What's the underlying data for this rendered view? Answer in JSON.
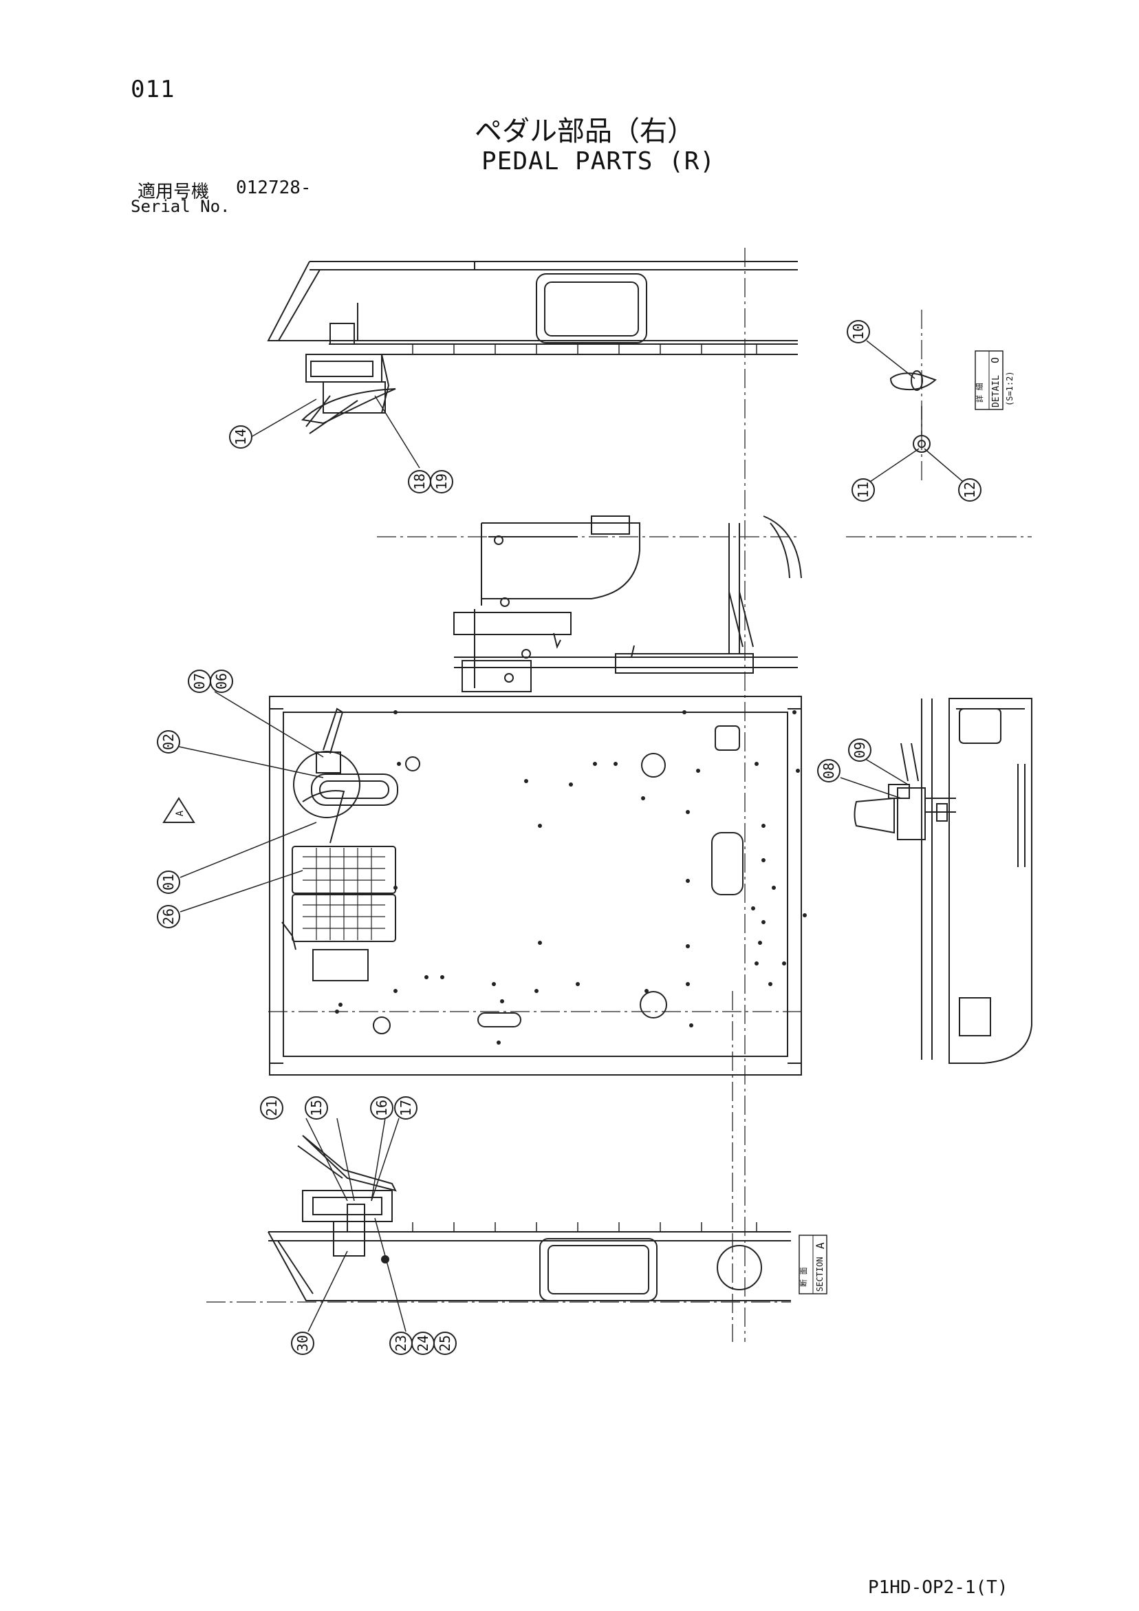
{
  "header": {
    "page_number": "011",
    "title_jp": "ペダル部品（右）",
    "title_en": "PEDAL PARTS (R)",
    "serial_label_jp": "適用号機",
    "serial_value": "012728-",
    "serial_label_en": "Serial No."
  },
  "footer": {
    "drawing_code": "P1HD-OP2-1(T)"
  },
  "detail_label": {
    "jp": "詳 細",
    "en": "DETAIL",
    "letter": "O",
    "scale": "(S=1:2)"
  },
  "section_label": {
    "jp": "断 面",
    "en": "SECTION",
    "letter": "A"
  },
  "view_marker": {
    "letter": "A"
  },
  "callouts": {
    "c01": "01",
    "c02": "02",
    "c06": "06",
    "c07": "07",
    "c08": "08",
    "c09": "09",
    "c10": "10",
    "c11": "11",
    "c12": "12",
    "c14": "14",
    "c15": "15",
    "c16": "16",
    "c17": "17",
    "c18": "18",
    "c19": "19",
    "c21": "21",
    "c23": "23",
    "c24": "24",
    "c25": "25",
    "c26": "26",
    "c30": "30"
  }
}
